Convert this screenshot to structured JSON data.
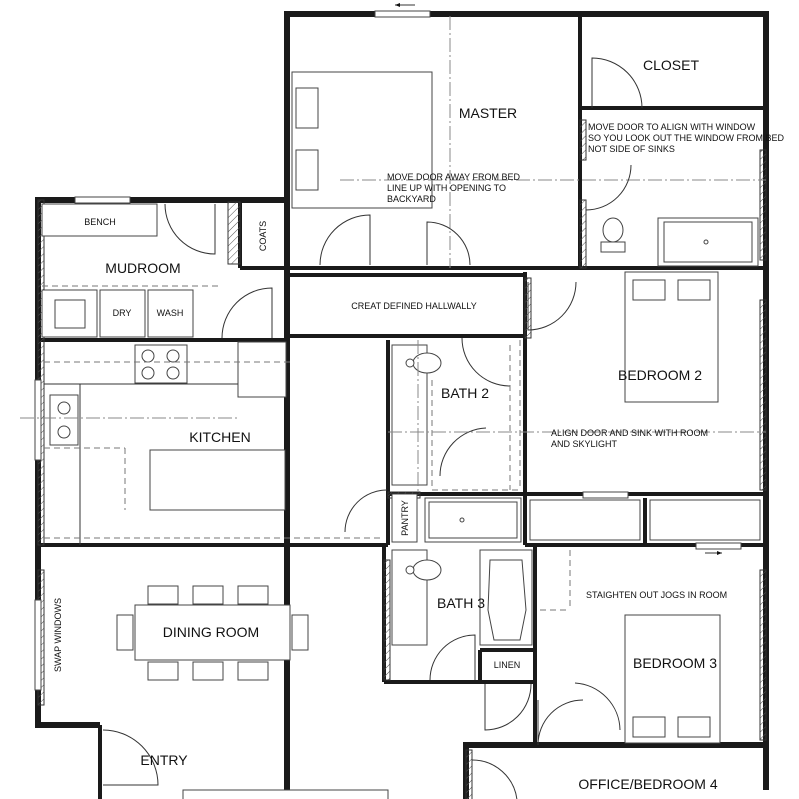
{
  "rooms": {
    "master": "MASTER",
    "closet": "CLOSET",
    "mudroom": "MUDROOM",
    "bench": "BENCH",
    "coats": "COATS",
    "dry": "DRY",
    "wash": "WASH",
    "hallway": "CREAT DEFINED HALLWALLY",
    "kitchen": "KITCHEN",
    "bath2": "BATH 2",
    "bedroom2": "BEDROOM 2",
    "pantry": "PANTRY",
    "dining": "DINING ROOM",
    "bath3": "BATH 3",
    "linen": "LINEN",
    "bedroom3": "BEDROOM 3",
    "entry": "ENTRY",
    "office": "OFFICE/BEDROOM 4"
  },
  "notes": {
    "closet_door_1": "MOVE DOOR TO ALIGN WITH WINDOW",
    "closet_door_2": "SO YOU LOOK OUT THE WINDOW FROM BED",
    "closet_door_3": "NOT SIDE OF SINKS",
    "master_door_1": "MOVE DOOR AWAY FROM BED",
    "master_door_2": "LINE UP WITH OPENING TO",
    "master_door_3": "BACKYARD",
    "bed2_align_1": "ALIGN DOOR AND SINK WITH ROOM",
    "bed2_align_2": "AND SKYLIGHT",
    "bed3_jogs": "STAIGHTEN OUT JOGS IN ROOM",
    "swap_windows": "SWAP WINDOWS"
  }
}
